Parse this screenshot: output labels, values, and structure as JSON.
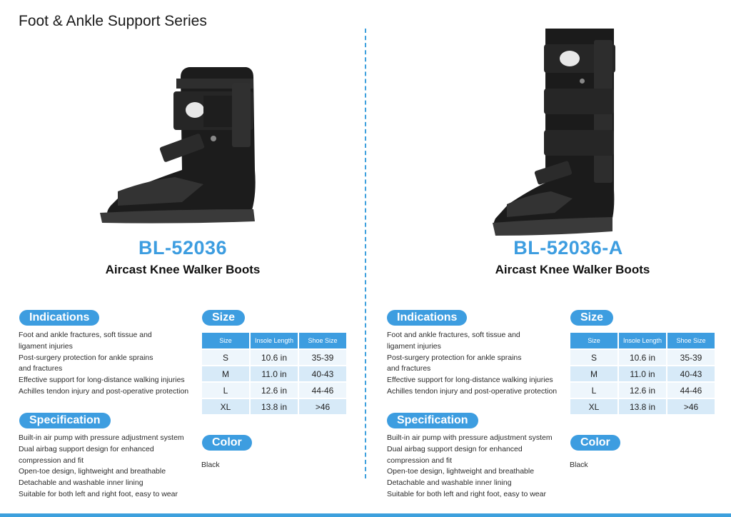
{
  "page": {
    "title": "Foot & Ankle Support Series"
  },
  "labels": {
    "indications": "Indications",
    "specification": "Specification",
    "size": "Size",
    "color": "Color"
  },
  "size_table": {
    "headers": [
      "Size",
      "Insole Length",
      "Shoe Size"
    ],
    "rows": [
      [
        "S",
        "10.6 in",
        "35-39"
      ],
      [
        "M",
        "11.0 in",
        "40-43"
      ],
      [
        "L",
        "12.6 in",
        "44-46"
      ],
      [
        "XL",
        "13.8 in",
        ">46"
      ]
    ]
  },
  "products": [
    {
      "model": "BL-52036",
      "name": "Aircast Knee Walker Boots",
      "image": "short-walker-boot",
      "indications": [
        "Foot and ankle fractures, soft tissue and",
        "ligament injuries",
        "Post-surgery protection for ankle sprains",
        "and fractures",
        "Effective support for long-distance walking injuries",
        "Achilles tendon injury and post-operative protection"
      ],
      "specification": [
        "Built-in air pump with pressure adjustment system",
        "Dual airbag support design for enhanced",
        "compression and fit",
        "Open-toe design, lightweight and breathable",
        "Detachable and washable inner lining",
        "Suitable for both left and right foot, easy to wear"
      ],
      "color": "Black"
    },
    {
      "model": "BL-52036-A",
      "name": "Aircast Knee Walker Boots",
      "image": "tall-walker-boot",
      "indications": [
        "Foot and ankle fractures, soft tissue and",
        "ligament injuries",
        "Post-surgery protection for ankle sprains",
        "and fractures",
        "Effective support for long-distance walking injuries",
        "Achilles tendon injury and post-operative protection"
      ],
      "specification": [
        "Built-in air pump with pressure adjustment system",
        "Dual airbag support design for enhanced",
        "compression and fit",
        "Open-toe design, lightweight and breathable",
        "Detachable and washable inner lining",
        "Suitable for both left and right foot, easy to wear"
      ],
      "color": "Black"
    }
  ],
  "colors": {
    "accent": "#3d9de0",
    "divider": "#3da0dd"
  }
}
